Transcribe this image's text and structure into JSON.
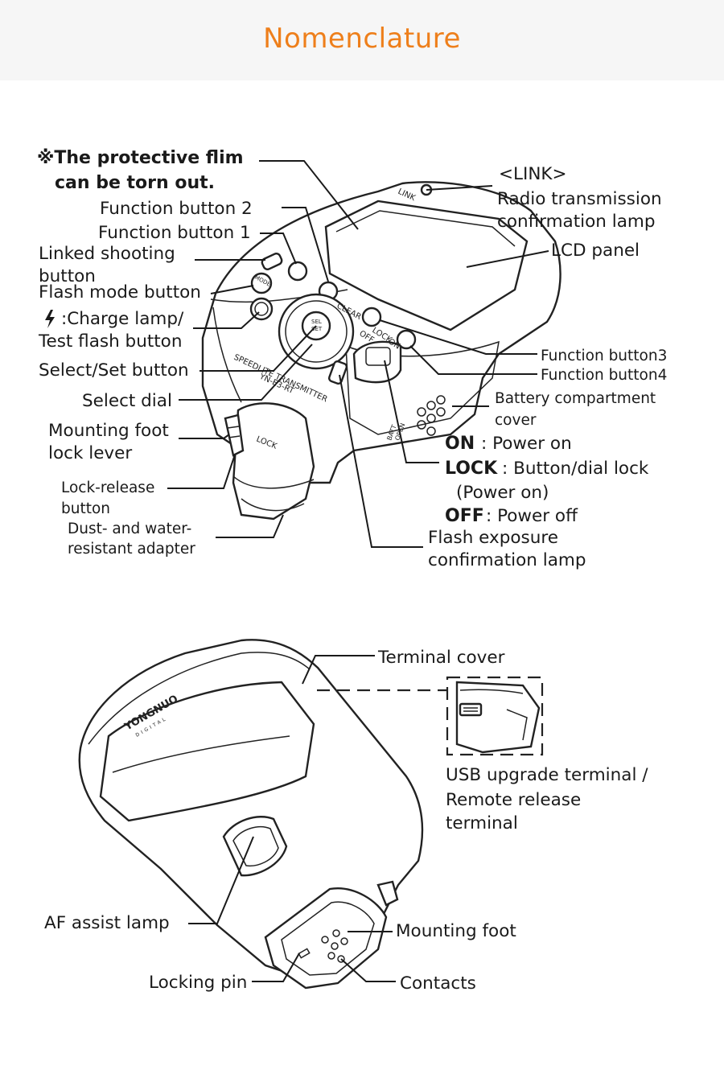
{
  "header": {
    "title": "Nomenclature",
    "accent_color": "#ee7f1b",
    "background": "#f6f6f6"
  },
  "top_view": {
    "protective_film_line1": "※The protective flim",
    "protective_film_line2": "can be torn out.",
    "link_tag": "<LINK>",
    "link_desc_line1": "Radio transmission",
    "link_desc_line2": "confirmation lamp",
    "function_button_2": "Function button 2",
    "function_button_1": "Function button 1",
    "lcd_panel": "LCD panel",
    "linked_shooting_line1": "Linked shooting",
    "linked_shooting_line2": "button",
    "flash_mode_button": "Flash mode button",
    "charge_lamp_icon": "lightning-bolt",
    "charge_lamp_line1": ":Charge lamp/",
    "charge_lamp_line2": "Test flash button",
    "function_button_3": "Function button3",
    "function_button_4": "Function button4",
    "select_set_button": "Select/Set button",
    "battery_line1": "Battery compartment",
    "battery_line2": "cover",
    "select_dial": "Select dial",
    "mounting_lock_line1": "Mounting foot",
    "mounting_lock_line2": "lock lever",
    "power_on_key": "ON",
    "power_on_desc": ": Power on",
    "lock_key": "LOCK",
    "lock_desc": ":  Button/dial lock",
    "lock_desc2": "(Power on)",
    "off_key": "OFF",
    "off_desc": ":  Power off",
    "lock_release_line1": "Lock-release",
    "lock_release_line2": "button",
    "dust_line1": "Dust- and water-",
    "dust_line2": "resistant adapter",
    "flash_exposure_line1": "Flash exposure",
    "flash_exposure_line2": "confirmation lamp",
    "device_text": {
      "link": "LINK",
      "clear": "CLEAR",
      "lock": "LOCK",
      "on": "ON",
      "off": "OFF",
      "speedlite": "SPEEDLITE  TRANSMITTER",
      "model": "YN-E3-RT",
      "lock_lever": "LOCK",
      "mode": "MODE",
      "sel": "SEL",
      "set": "SET",
      "batt": "BATT",
      "open": "OPEN"
    }
  },
  "bottom_view": {
    "terminal_cover": "Terminal cover",
    "usb_line1": "USB upgrade terminal /",
    "usb_line2": "Remote release",
    "usb_line3": "terminal",
    "af_assist_lamp": "AF assist lamp",
    "mounting_foot": "Mounting foot",
    "locking_pin": "Locking pin",
    "contacts": "Contacts",
    "brand": "YONGNUO",
    "brand_sub": "DIGITAL"
  }
}
